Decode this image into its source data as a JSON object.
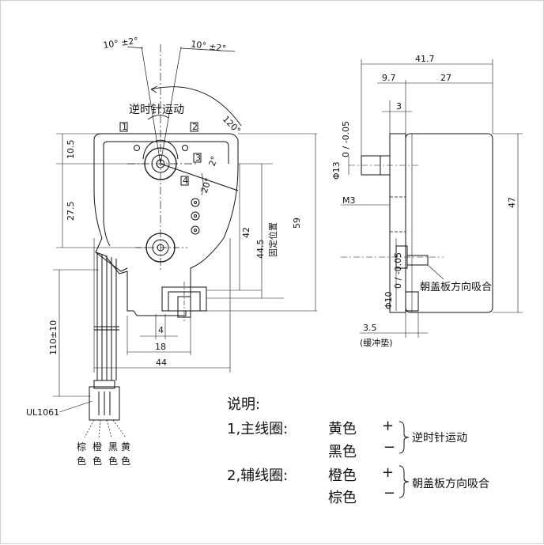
{
  "front_view": {
    "angle_left": "10° ±2°",
    "angle_right": "10° ±2°",
    "rotation_label": "逆时针运动",
    "angle_120": "120°",
    "angle_20": "20°",
    "angle_2": "2°",
    "pos1": "1",
    "pos2": "2",
    "pos3": "3",
    "pos4": "4",
    "dim_10_5": "10.5",
    "dim_27_5": "27.5",
    "dim_42": "42",
    "dim_44_5": "44.5",
    "fixed_position": "固定位置",
    "dim_59": "59",
    "dim_110": "110±10",
    "dim_4": "4",
    "dim_18": "18",
    "dim_44": "44",
    "wire_spec": "UL1061",
    "wire_colors": [
      "棕色",
      "橙色",
      "黑色",
      "黄色"
    ]
  },
  "side_view": {
    "dim_41_7": "41.7",
    "dim_9_7": "9.7",
    "dim_27": "27",
    "dim_3": "3",
    "shaft_13": "Φ13",
    "shaft_13_tol": "0 / -0.05",
    "m3": "M3",
    "dim_47": "47",
    "shaft_10": "Φ10",
    "shaft_10_tol": "0 / -0.05",
    "cover_label": "朝盖板方向吸合",
    "dim_3_5": "3.5",
    "buffer_label": "(缓冲垫)"
  },
  "notes": {
    "title": "说明:",
    "item1_label": "1,主线圈:",
    "item1_color_a": "黄色",
    "item1_sign_a": "+",
    "item1_color_b": "黑色",
    "item1_sign_b": "−",
    "item1_result": "逆时针运动",
    "item2_label": "2,辅线圈:",
    "item2_color_a": "橙色",
    "item2_sign_a": "+",
    "item2_color_b": "棕色",
    "item2_sign_b": "−",
    "item2_result": "朝盖板方向吸合"
  }
}
